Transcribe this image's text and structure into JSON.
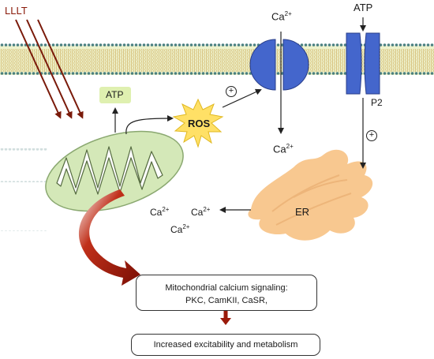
{
  "labels": {
    "lllt": "LLLT",
    "atp_top": "ATP",
    "atp_mito": "ATP",
    "ros": "ROS",
    "p2": "P2",
    "er": "ER",
    "ca_channel": "Ca",
    "ca_cytosol": "Ca",
    "ca_er_1": "Ca",
    "ca_er_2": "Ca",
    "ca_er_3": "Ca",
    "ion_charge": "2+",
    "plus_sign": "+"
  },
  "boxes": {
    "signaling_line1": "Mitochondrial calcium signaling:",
    "signaling_line2": "PKC, CamKII, CaSR,",
    "outcome": "Increased excitability and metabolism"
  },
  "colors": {
    "membrane_lipid": "#e6ecc0",
    "membrane_head": "#4a8080",
    "channel": "#4466cc",
    "mitochondrion": "#d4e8b8",
    "er": "#f8c890",
    "ros_burst": "#ffe066",
    "atp_badge": "#dff0b0",
    "laser": "#7a1a0a",
    "big_arrow": "#9a1a0a"
  }
}
